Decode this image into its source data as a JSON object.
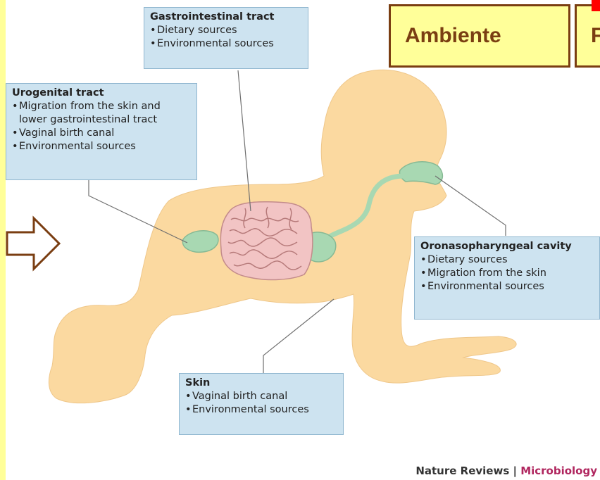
{
  "labels": {
    "gi": {
      "title": "Gastrointestinal tract",
      "items": [
        "Dietary sources",
        "Environmental sources"
      ]
    },
    "urogenital": {
      "title": "Urogenital tract",
      "items": [
        "Migration from the skin and lower gastrointestinal tract",
        "Vaginal birth canal",
        "Environmental sources"
      ]
    },
    "oronasal": {
      "title": "Oronasopharyngeal cavity",
      "items": [
        "Dietary sources",
        "Migration from the skin",
        "Environmental sources"
      ]
    },
    "skin": {
      "title": "Skin",
      "items": [
        "Vaginal birth canal",
        "Environmental sources"
      ]
    }
  },
  "slide": {
    "tag1": "Ambiente",
    "tag2": "F"
  },
  "credit": {
    "publisher": "Nature Reviews",
    "separator": " | ",
    "journal": "Microbiology"
  },
  "colors": {
    "body": "#fbd9a0",
    "organs_gi": "#f2c4c4",
    "organs_green": "#a8d8b2",
    "box": "#cde3f0",
    "tag_border": "#7a3e12",
    "slide_bg": "#ffff99"
  }
}
